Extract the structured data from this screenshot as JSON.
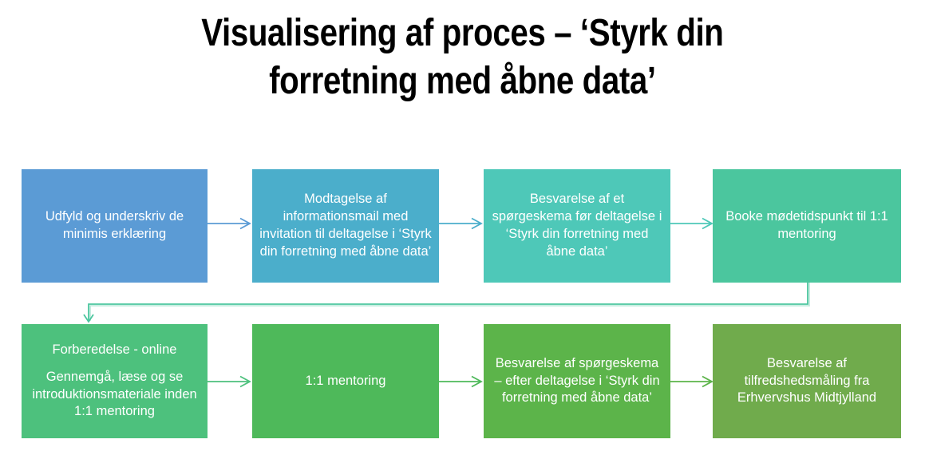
{
  "title": {
    "full": "Visualisering af proces – ‘Styrk din forretning med åbne data’",
    "lines": [
      "Visualisering af proces – ‘Styrk din",
      "forretning med åbne data’"
    ]
  },
  "steps": [
    {
      "label": "Udfyld og underskriv de minimis erklæring",
      "color": "#5B9BD5"
    },
    {
      "label": "Modtagelse af informationsmail med invitation til deltagelse i ‘Styrk din forretning med åbne data’",
      "color": "#4BAECB"
    },
    {
      "label": "Besvarelse af et spørgeskema før deltagelse i ‘Styrk din forretning med åbne data’",
      "color": "#4EC8B8"
    },
    {
      "label": "Booke mødetidspunkt til 1:1 mentoring",
      "color": "#4BC69E"
    },
    {
      "label": "Forberedelse - online",
      "sublabel": "Gennemgå, læse og se introduktionsmateriale inden 1:1 mentoring",
      "color": "#4DC17D"
    },
    {
      "label": "1:1 mentoring",
      "color": "#4EB95A"
    },
    {
      "label": "Besvarelse af spørgeskema – efter deltagelse i ‘Styrk din forretning med åbne data’",
      "color": "#5CB44A"
    },
    {
      "label": "Besvarelse af tilfredshedsmåling fra Erhvervshus Midtjylland",
      "color": "#70AB4C"
    }
  ],
  "connectors": {
    "a1": "#5B9BD5",
    "a2": "#4BAECB",
    "a3": "#4EC8B8",
    "wrap": "#4BC69E",
    "a5": "#4DC17D",
    "a6": "#4EB95A",
    "a7": "#5CB44A"
  },
  "text_color": "#ffffff",
  "background": "#ffffff"
}
